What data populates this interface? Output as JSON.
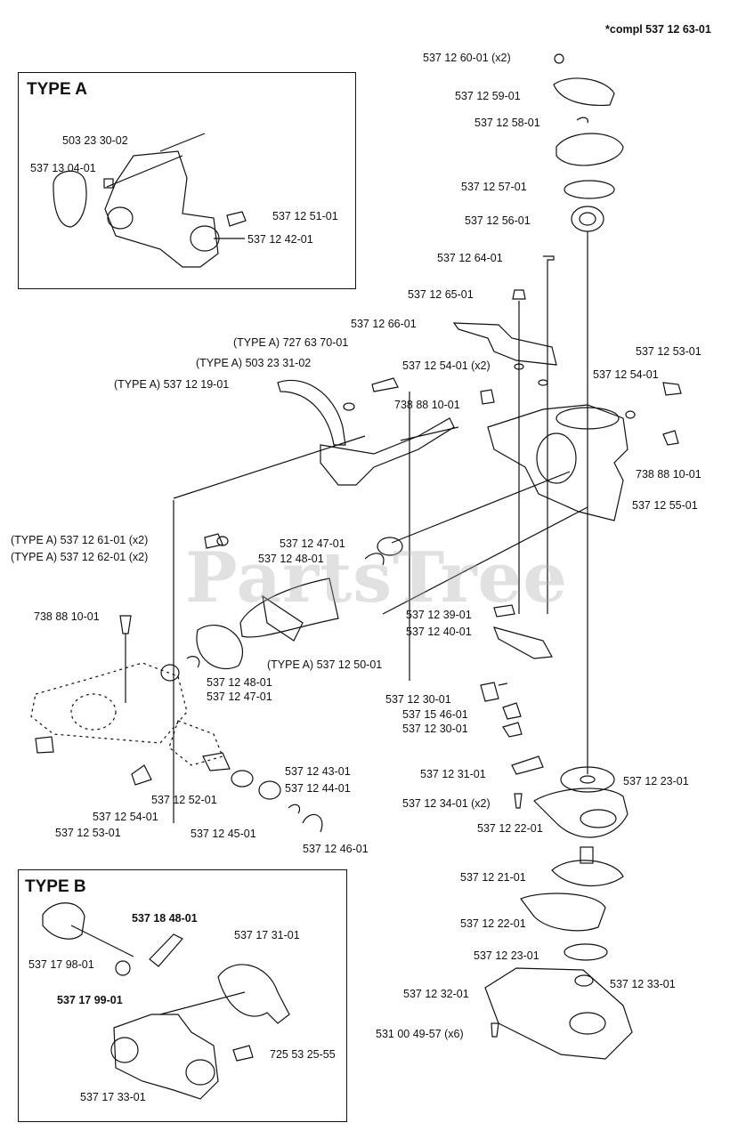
{
  "compl_note": "*compl 537 12 63-01",
  "watermark": "PartsTree",
  "type_a": {
    "title": "TYPE A",
    "labels": [
      "503 23 30-02",
      "537 13 04-01",
      "537 12 51-01",
      "537 12 42-01"
    ]
  },
  "type_b": {
    "title": "TYPE B",
    "labels": [
      "537 18 48-01",
      "537 17 31-01",
      "537 17 98-01",
      "537 17 99-01",
      "725 53 25-55",
      "537 17 33-01"
    ]
  },
  "right_labels": [
    "537 12 60-01 (x2)",
    "537 12 59-01",
    "537 12 58-01",
    "537 12 57-01",
    "537 12 56-01",
    "537 12 64-01",
    "537 12 65-01",
    "537 12 66-01",
    "537 12 54-01 (x2)",
    "537 12 53-01",
    "537 12 54-01",
    "738 88 10-01",
    "738 88 10-01",
    "537 12 55-01",
    "537 12 39-01",
    "537 12 40-01",
    "537 12 30-01",
    "537 15 46-01",
    "537 12 30-01",
    "537 12 31-01",
    "537 12 23-01",
    "537 12 34-01 (x2)",
    "537 12 22-01",
    "537 12 21-01",
    "537 12 22-01",
    "537 12 23-01",
    "537 12 32-01",
    "537 12 33-01",
    "531 00 49-57 (x6)"
  ],
  "left_labels": [
    "(TYPE A) 727 63 70-01",
    "(TYPE A) 503 23 31-02",
    "(TYPE A) 537 12 19-01",
    "(TYPE A) 537 12 61-01 (x2)",
    "(TYPE A) 537 12 62-01 (x2)",
    "537 12 47-01",
    "537 12 48-01",
    "738 88 10-01",
    "(TYPE A) 537 12 50-01",
    "537 12 48-01",
    "537 12 47-01",
    "537 12 43-01",
    "537 12 44-01",
    "537 12 52-01",
    "537 12 54-01",
    "537 12 53-01",
    "537 12 45-01",
    "537 12 46-01"
  ]
}
